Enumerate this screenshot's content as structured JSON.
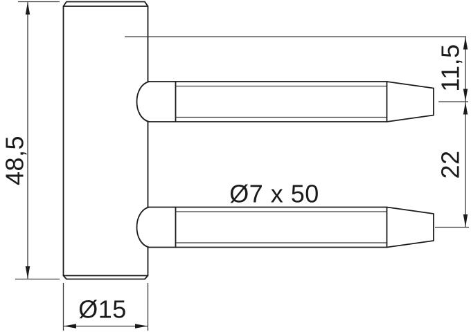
{
  "drawing": {
    "kind": "technical-drawing",
    "subject": "hinge body with two tapered drill-in pins, side view",
    "background_color": "#ffffff",
    "line_color": "#1b1b1b",
    "labels": {
      "height": "48,5",
      "diameter": "Ø15",
      "pin_spec": "Ø7 x 50",
      "top_offset": "11,5",
      "pin_spacing": "22"
    }
  }
}
